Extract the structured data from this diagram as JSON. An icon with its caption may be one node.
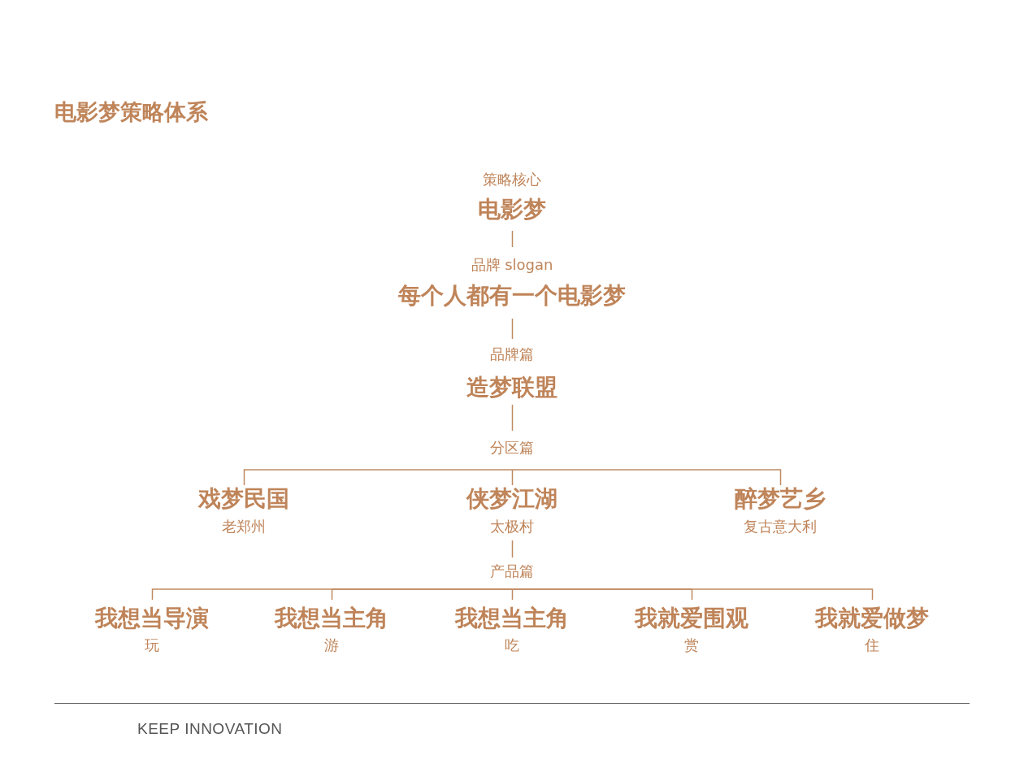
{
  "diagram": {
    "title": "电影梦策略体系",
    "nodes": [
      {
        "text": [
          "策略核心",
          "电影梦"
        ]
      },
      {
        "text": [
          "品牌 slogan",
          "每个人都有一个电影梦"
        ]
      },
      {
        "text": [
          "品牌篇",
          "造梦联盟"
        ]
      },
      {
        "text": [
          "分区篇"
        ]
      },
      {
        "text": [
          "戏梦民国",
          "老郑州"
        ]
      },
      {
        "text": [
          "侠梦江湖",
          "太极村"
        ]
      },
      {
        "text": [
          "醉梦艺乡",
          "复古意大利"
        ]
      },
      {
        "text": [
          "产品篇"
        ]
      },
      {
        "text": [
          "我想当导演",
          "玩"
        ]
      },
      {
        "text": [
          "我想当主角",
          "游"
        ]
      },
      {
        "text": [
          "我想当主角",
          "吃"
        ]
      },
      {
        "text": [
          "我就爱围观",
          "赏"
        ]
      },
      {
        "text": [
          "我就爱做梦",
          "住"
        ]
      }
    ],
    "edges": [
      {
        "from": 0,
        "to": 1,
        "arrow": "none"
      },
      {
        "from": 1,
        "to": 2,
        "arrow": "none"
      },
      {
        "from": 2,
        "to": 3,
        "arrow": "none"
      },
      {
        "from": 3,
        "to": 4,
        "arrow": "none"
      },
      {
        "from": 3,
        "to": 5,
        "arrow": "none"
      },
      {
        "from": 3,
        "to": 6,
        "arrow": "none"
      },
      {
        "from": 5,
        "to": 7,
        "arrow": "none"
      },
      {
        "from": 7,
        "to": 8,
        "arrow": "none"
      },
      {
        "from": 7,
        "to": 9,
        "arrow": "none"
      },
      {
        "from": 7,
        "to": 10,
        "arrow": "none"
      },
      {
        "from": 7,
        "to": 11,
        "arrow": "none"
      },
      {
        "from": 7,
        "to": 12,
        "arrow": "none"
      }
    ],
    "labels": [
      "KEEP INNOVATION"
    ]
  }
}
